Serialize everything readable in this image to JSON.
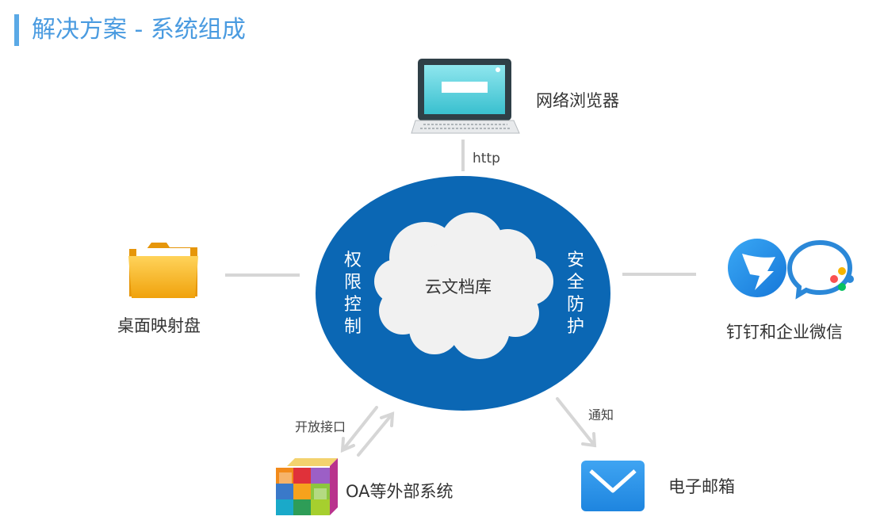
{
  "title": "解决方案 - 系统组成",
  "nodes": {
    "browser": "网络浏览器",
    "desktop": "桌面映射盘",
    "messaging": "钉钉和企业微信",
    "oa": "OA等外部系统",
    "email": "电子邮箱"
  },
  "center": {
    "label": "云文档库",
    "left": "权限控制",
    "right": "安全防护"
  },
  "edges": {
    "http": "http",
    "open_api": "开放接口",
    "notify": "通知"
  },
  "colors": {
    "title": "#4a9be0",
    "ellipse": "#0b67b4",
    "cloud": "#f1f1f1",
    "connector": "#d6d6d6"
  }
}
